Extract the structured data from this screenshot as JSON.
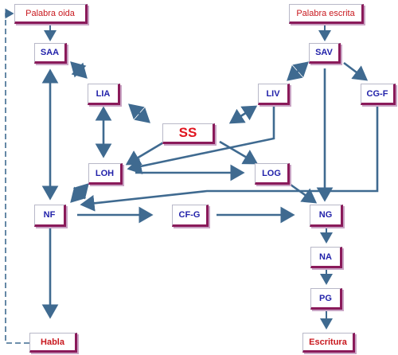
{
  "colors": {
    "arrow": "#3f6a90",
    "node_text": "#2222aa",
    "io_text": "#c8181e",
    "ss_text": "#e0141e",
    "node_border": "#8a1a5a"
  },
  "nodes": {
    "palabra_oida": "Palabra oida",
    "palabra_escrita": "Palabra escrita",
    "saa": "SAA",
    "sav": "SAV",
    "lia": "LIA",
    "liv": "LIV",
    "cgf": "CG-F",
    "ss": "SS",
    "loh": "LOH",
    "log": "LOG",
    "nf": "NF",
    "cfg": "CF-G",
    "ng": "NG",
    "na": "NA",
    "pg": "PG",
    "habla": "Habla",
    "escritura": "Escritura"
  }
}
